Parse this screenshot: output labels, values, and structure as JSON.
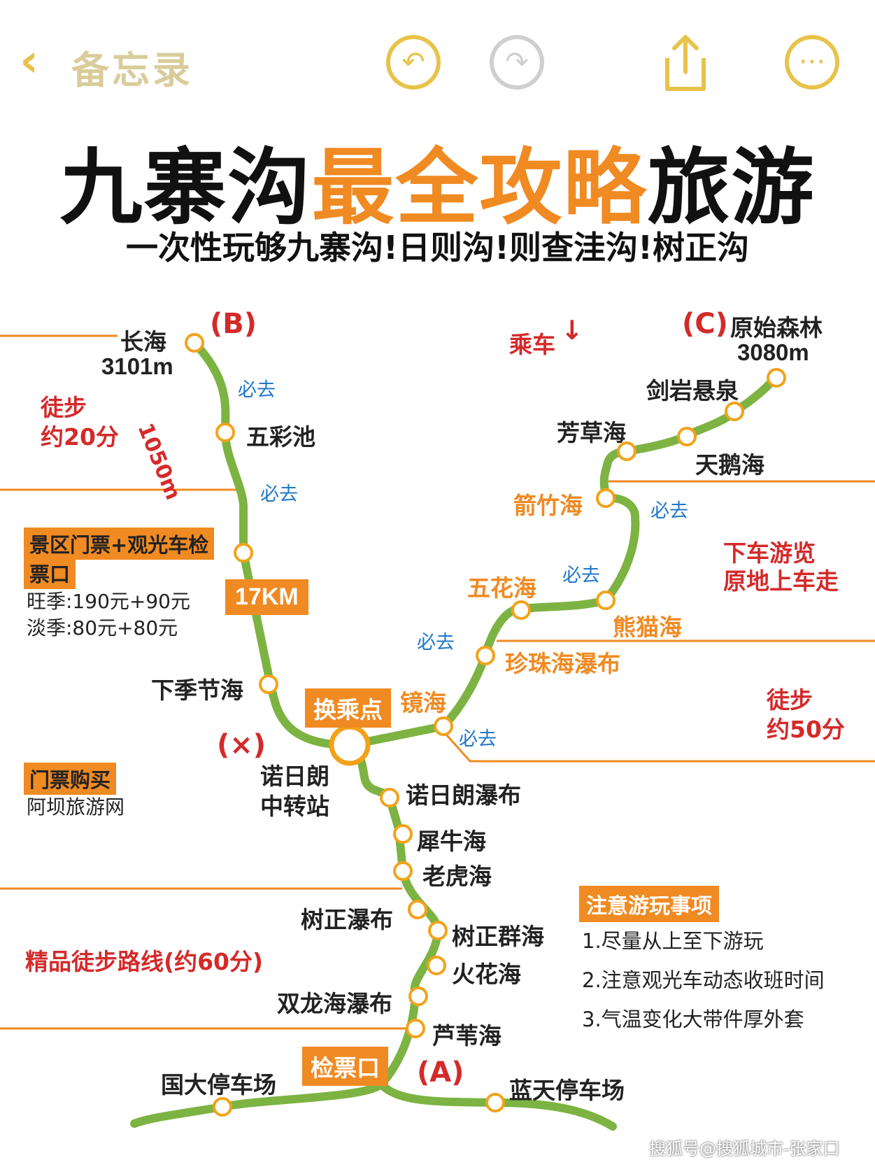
{
  "topbar": {
    "back_label": "备忘录",
    "icons": [
      "back-chevron-icon",
      "undo-icon",
      "redo-icon",
      "share-icon",
      "more-icon"
    ]
  },
  "title": {
    "part1": "九寨沟",
    "part2": "最全攻略",
    "part3": "旅游"
  },
  "subtitle": "一次性玩够九寨沟!日则沟!则查洼沟!树正沟",
  "markers": {
    "b": "(B)",
    "c": "(C)",
    "a": "(A)",
    "x": "(×)"
  },
  "stations": {
    "changhai": "长海",
    "changhai_alt": "3101m",
    "wucaichi": "五彩池",
    "xiajijiehai": "下季节海",
    "nuorilang_1": "诺日朗",
    "nuorilang_2": "中转站",
    "yuanshi": "原始森林",
    "yuanshi_alt": "3080m",
    "jianyan": "剑岩悬泉",
    "fangcao": "芳草海",
    "tiane": "天鹅海",
    "jianzhu": "箭竹海",
    "wuhua": "五花海",
    "xiongmao": "熊猫海",
    "zhenzhu": "珍珠海瀑布",
    "jinghai": "镜海",
    "nuorilang_falls": "诺日朗瀑布",
    "xiniu": "犀牛海",
    "laohu": "老虎海",
    "shuzheng_falls": "树正瀑布",
    "shuzheng_lakes": "树正群海",
    "huohua": "火花海",
    "shuanglong": "双龙海瀑布",
    "luwei": "芦苇海",
    "guoda": "国大停车场",
    "lantian": "蓝天停车场"
  },
  "labels": {
    "must_go": "必去",
    "distance": "1050m",
    "walk_20": [
      "徒步",
      "约20分"
    ],
    "walk_50": [
      "徒步",
      "约50分"
    ],
    "ride": "乘车",
    "ride_arrow": "↓",
    "get_off": [
      "下车游览",
      "原地上车走"
    ],
    "transfer": "换乘点",
    "km17": "17KM",
    "checkpoint": "检票口",
    "hike_route": "精品徒步路线(约60分)"
  },
  "tickets": {
    "title_line1": "景区门票+观光车检",
    "title_line2": "票口",
    "peak": "旺季:190元+90元",
    "off": "淡季:80元+80元",
    "buy_title": "门票购买",
    "buy_site": "阿坝旅游网"
  },
  "notes": {
    "title": "注意游玩事项",
    "items": [
      "1.尽量从上至下游玩",
      "2.注意观光车动态收班时间",
      "3.气温变化大带件厚外套"
    ]
  },
  "watermark": "搜狐号@搜狐城市-张家口",
  "colors": {
    "route": "#7cb342",
    "accent": "#f08a22",
    "marker_red": "#d42a2a",
    "must_blue": "#1f78c8",
    "icon_gold": "#e8c34a"
  }
}
